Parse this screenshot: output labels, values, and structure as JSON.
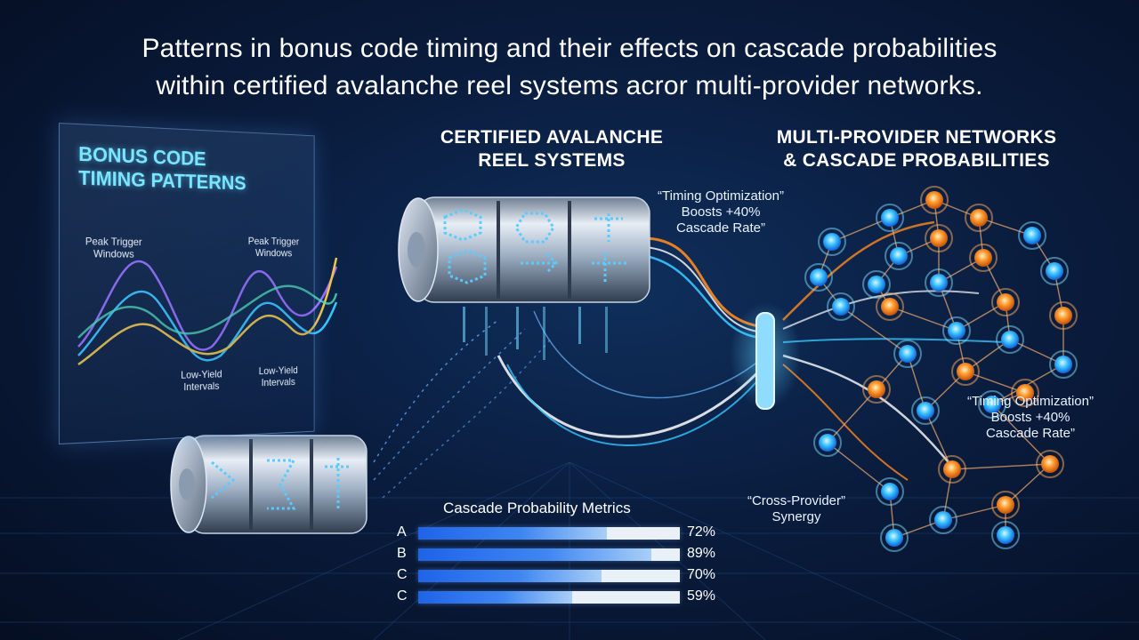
{
  "title": {
    "line1": "Patterns in bonus code timing and their effects on cascade probabilities",
    "line2": "within certified avalanche reel systems acror multi-provider networks."
  },
  "timing_panel": {
    "title_line1": "BONUS CODE",
    "title_line2": "TIMING PATTERNS",
    "peak_left_1": "Peak Trigger",
    "peak_left_2": "Windows",
    "peak_right_1": "Peak Trigger",
    "peak_right_2": "Windows",
    "low_left_1": "Low-Yield",
    "low_left_2": "Intervals",
    "low_right_1": "Low-Yield",
    "low_right_2": "Intervals"
  },
  "reel_section": {
    "title_line1": "CERTIFIED AVALANCHE",
    "title_line2": "REEL SYSTEMS"
  },
  "network_section": {
    "title_line1": "MULTI-PROVIDER NETWORKS",
    "title_line2": "& CASCADE PROBABILITIES"
  },
  "callouts": {
    "top": {
      "line1": "“Timing Optimization”",
      "line2": "Boosts +40%",
      "line3": "Cascade Rate”"
    },
    "right": {
      "line1": "“Timing Optimization”",
      "line2": "Boosts +40%",
      "line3": "Cascade Rate”"
    },
    "synergy": {
      "line1": "“Cross-Provider”",
      "line2": "Synergy"
    }
  },
  "metrics": {
    "title": "Cascade Probability Metrics",
    "rows": [
      {
        "label": "A",
        "value_text": "72%",
        "fill": 0.72
      },
      {
        "label": "B",
        "value_text": "89%",
        "fill": 0.89
      },
      {
        "label": "C",
        "value_text": "70%",
        "fill": 0.7
      },
      {
        "label": "C",
        "value_text": "59%",
        "fill": 0.59
      }
    ]
  },
  "colors": {
    "background": "#0a1d3f",
    "accent_cyan": "#35c6ff",
    "accent_orange": "#ff8a1f",
    "accent_purple": "#9a6bff",
    "accent_yellow": "#f4c542"
  },
  "icons": [
    "avalanche-reel-icon",
    "network-node-icon",
    "connector-ring-icon"
  ]
}
